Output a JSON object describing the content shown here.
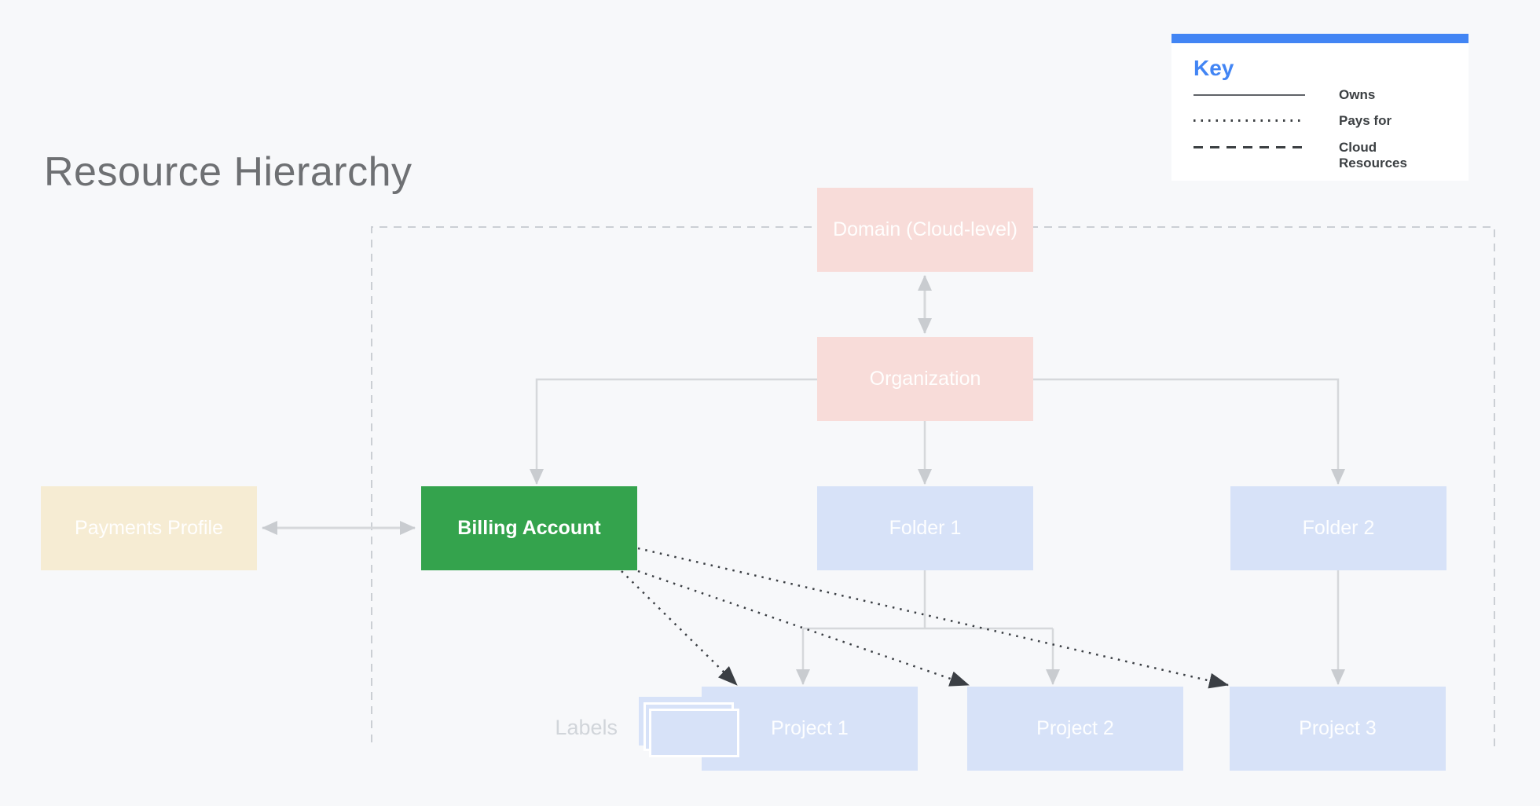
{
  "title": "Resource Hierarchy",
  "key": {
    "title": "Key",
    "items": [
      {
        "label": "Owns",
        "line_style": "solid"
      },
      {
        "label": "Pays for",
        "line_style": "dotted"
      },
      {
        "label": "Cloud Resources",
        "line_style": "dashed"
      }
    ]
  },
  "nodes": {
    "domain": "Domain (Cloud-level)",
    "organization": "Organization",
    "payments_profile": "Payments Profile",
    "billing_account": "Billing Account",
    "folder1": "Folder 1",
    "folder2": "Folder 2",
    "project1": "Project 1",
    "project2": "Project 2",
    "project3": "Project 3"
  },
  "labels_caption": "Labels",
  "colors": {
    "accent_blue": "#4285f4",
    "box_pink": "#f8dcd9",
    "box_blue": "#d7e2f8",
    "box_green": "#34a34d",
    "box_cream": "#f6ecd3",
    "background": "#f7f8fa",
    "connector_gray": "#d6d8db",
    "dark_line": "#3b3f44"
  }
}
